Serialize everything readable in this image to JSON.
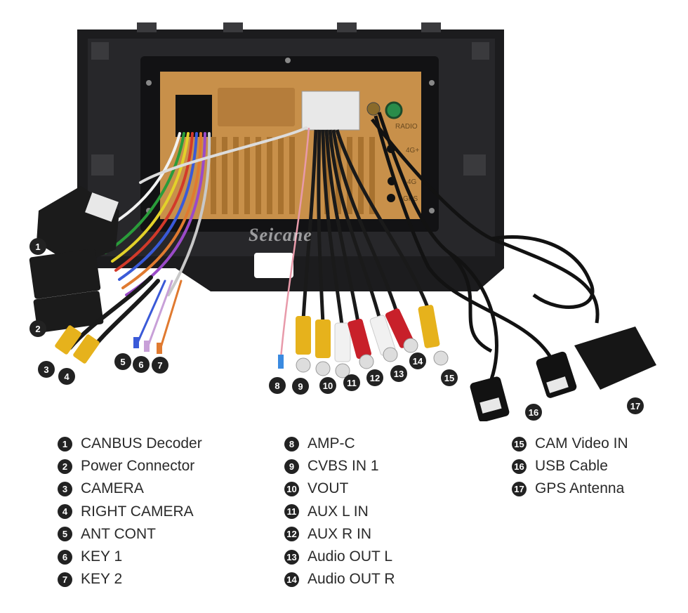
{
  "watermark": "Seicane",
  "callout_labels": [
    "1",
    "2",
    "3",
    "4",
    "5",
    "6",
    "7",
    "8",
    "9",
    "10",
    "11",
    "12",
    "13",
    "14",
    "15",
    "16",
    "17"
  ],
  "legend": {
    "col1": [
      {
        "num": "1",
        "label": "CANBUS Decoder"
      },
      {
        "num": "2",
        "label": "Power Connector"
      },
      {
        "num": "3",
        "label": "CAMERA"
      },
      {
        "num": "4",
        "label": "RIGHT CAMERA"
      },
      {
        "num": "5",
        "label": "ANT CONT"
      },
      {
        "num": "6",
        "label": "KEY 1"
      },
      {
        "num": "7",
        "label": "KEY 2"
      }
    ],
    "col2": [
      {
        "num": "8",
        "label": "AMP-C"
      },
      {
        "num": "9",
        "label": "CVBS IN 1"
      },
      {
        "num": "10",
        "label": "VOUT"
      },
      {
        "num": "11",
        "label": "AUX L IN"
      },
      {
        "num": "12",
        "label": "AUX R IN"
      },
      {
        "num": "13",
        "label": "Audio OUT L"
      },
      {
        "num": "14",
        "label": "Audio OUT R"
      }
    ],
    "col3": [
      {
        "num": "15",
        "label": "CAM Video IN"
      },
      {
        "num": "16",
        "label": "USB Cable"
      },
      {
        "num": "17",
        "label": "GPS Antenna"
      }
    ]
  },
  "board_labels": {
    "radio": "RADIO",
    "fourg_top": "4G+",
    "fourg": "4G",
    "gps": "GPS"
  },
  "colors": {
    "frame": "#1c1c1e",
    "board": "#c8904a",
    "rca_yellow": "#e6b21c",
    "rca_white": "#f1f1f1",
    "rca_red": "#c8202a",
    "badge": "#222222"
  }
}
